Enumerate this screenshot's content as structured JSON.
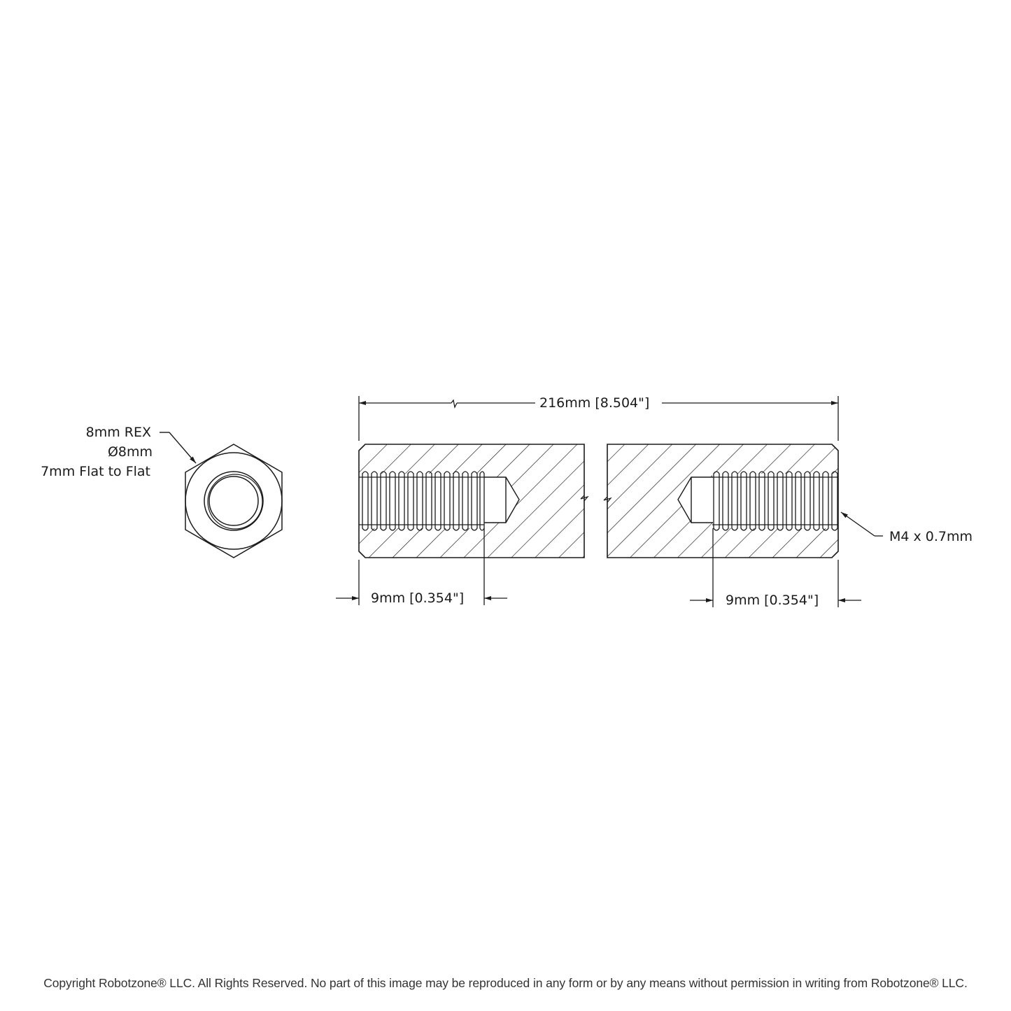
{
  "end_view": {
    "callout": {
      "line1": "8mm REX",
      "line2": "Ø8mm",
      "line3": "7mm Flat to Flat"
    }
  },
  "side_view": {
    "overall_length": "216mm [8.504\"]",
    "left_thread_depth": "9mm [0.354\"]",
    "right_thread_depth": "9mm [0.354\"]",
    "thread_callout": "M4 x 0.7mm"
  },
  "footer": {
    "copyright": "Copyright Robotzone® LLC.  All Rights Reserved. No part of this image may be reproduced in any form or by any means without permission in writing from Robotzone® LLC."
  },
  "colors": {
    "line": "#1a1a1a",
    "background": "#ffffff"
  }
}
